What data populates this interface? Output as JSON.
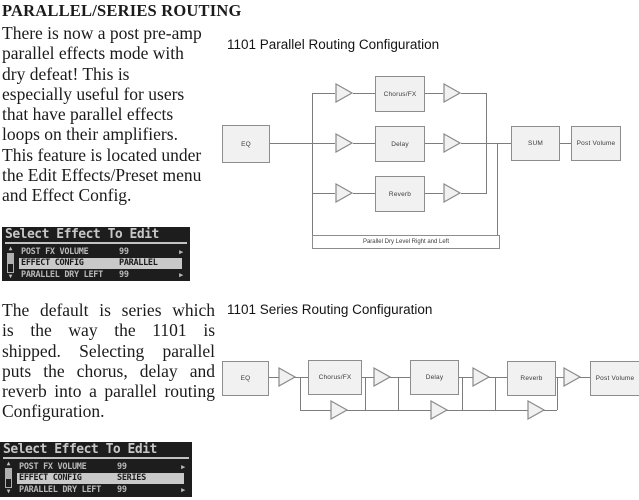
{
  "page": {
    "title": "PARALLEL/SERIES ROUTING"
  },
  "intro_paragraph": {
    "lines": [
      "There is now a post pre-amp",
      "parallel effects mode with",
      "dry defeat! This is",
      "especially useful for users",
      "that have parallel effects",
      "loops on their amplifiers.",
      "This feature is located under",
      "the Edit Effects/Preset menu",
      "and Effect Config."
    ]
  },
  "series_paragraph": {
    "lines": [
      "The default is series which",
      "is the way the 1101 is",
      "shipped. Selecting parallel",
      "puts the chorus, delay and",
      "reverb into a parallel routing",
      "Configuration."
    ]
  },
  "parallel_diagram": {
    "title": "1101 Parallel Routing Configuration",
    "blocks": {
      "eq": "EQ",
      "chorus": "Chorus/FX",
      "delay": "Delay",
      "reverb": "Reverb",
      "sum": "SUM",
      "post_volume": "Post Volume"
    },
    "dry_label": "Parallel Dry Level Right and Left"
  },
  "series_diagram": {
    "title": "1101 Series Routing Configuration",
    "blocks": {
      "eq": "EQ",
      "chorus": "Chorus/FX",
      "delay": "Delay",
      "reverb": "Reverb",
      "post_volume": "Post Volume"
    }
  },
  "lcd_parallel": {
    "title": "Select Effect To Edit",
    "rows": [
      {
        "label": "POST FX VOLUME",
        "value": "99",
        "arrow": "▶"
      },
      {
        "label": "EFFECT CONFIG",
        "value": "PARALLEL",
        "arrow": ""
      },
      {
        "label": "PARALLEL DRY LEFT",
        "value": "99",
        "arrow": "▶"
      }
    ]
  },
  "lcd_series": {
    "title": "Select Effect To Edit",
    "rows": [
      {
        "label": "POST FX VOLUME",
        "value": "99",
        "arrow": "▶"
      },
      {
        "label": "EFFECT CONFIG",
        "value": "SERIES",
        "arrow": ""
      },
      {
        "label": "PARALLEL DRY LEFT",
        "value": "99",
        "arrow": "▶"
      }
    ]
  },
  "icons": {
    "up_arrow": "▲",
    "down_arrow": "▼",
    "right_arrow": "▶"
  },
  "colors": {
    "lcd_background": "#1d1d1d",
    "lcd_text": "#b9b9b9",
    "lcd_highlight": "#c9c9c9",
    "block_fill": "#f1f1f1",
    "block_border": "#8d8d8d",
    "wire": "#7d7d7d"
  }
}
